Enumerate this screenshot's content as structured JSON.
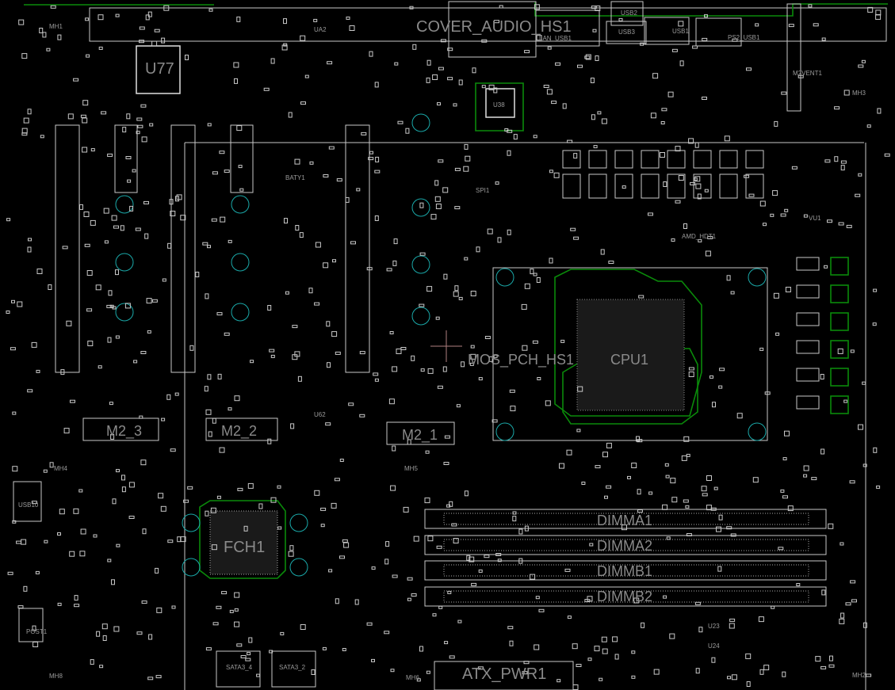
{
  "board": {
    "big_labels": [
      "U77",
      "COVER_AUDIO_HS1",
      "MOS_PCH_HS1",
      "CPU1",
      "M2_3",
      "M2_2",
      "M2_1",
      "FCH1",
      "DIMMA1",
      "DIMMA2",
      "DIMMB1",
      "DIMMB2",
      "ATX_PWR1"
    ],
    "small_labels": [
      "UA2",
      "MH1",
      "U38",
      "LAN_USB1",
      "USB2",
      "USB3",
      "USB1",
      "PS2_USB1",
      "M2VENT1",
      "BATY1",
      "SPI1",
      "AMD_HDT1",
      "VU1",
      "U62",
      "MH5",
      "MH4",
      "MH6",
      "MH3",
      "MH2",
      "POST1",
      "USB10",
      "SATA3_4",
      "SATA3_2",
      "U23",
      "U24",
      "MH8"
    ]
  },
  "colors": {
    "background": "#000000",
    "silkscreen": "#c8c8c8",
    "trace": "#0a8a0a",
    "mount_hole": "#1aa8a8",
    "label": "#8a8a8a",
    "cursor": "#b08080"
  }
}
